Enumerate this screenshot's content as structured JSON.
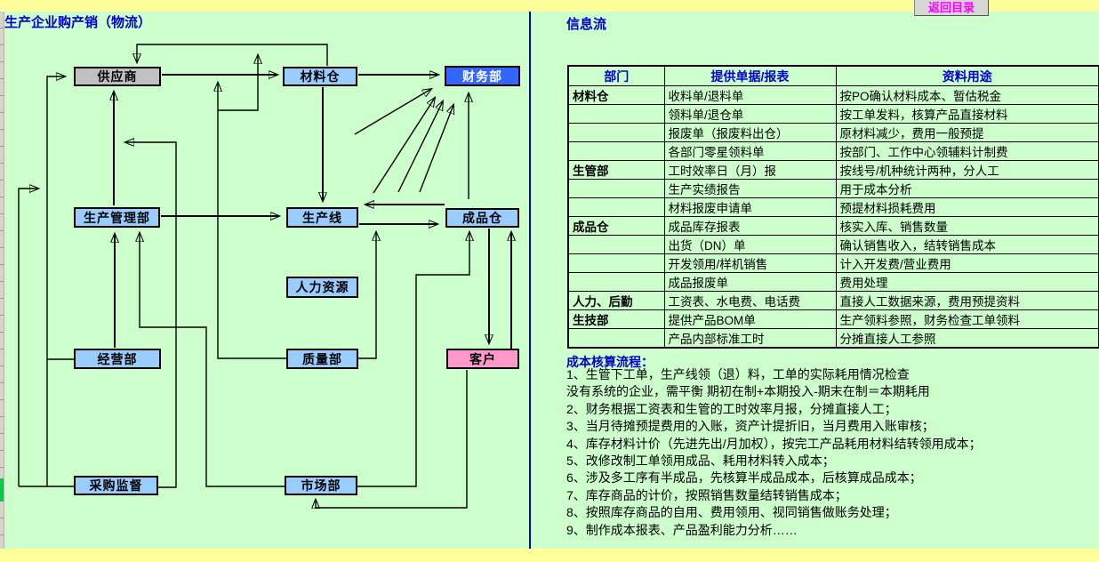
{
  "window": {
    "back_button_label": "返回目录",
    "top_bar_color": "#ffff99",
    "bg_color": "#ccffcc",
    "divider_color": "#0000cc"
  },
  "flow": {
    "title": "生产企业购产销（物流）",
    "nodes": [
      {
        "id": "supplier",
        "label": "供应商",
        "fill": "#c0c0c0"
      },
      {
        "id": "material-warehouse",
        "label": "材料仓",
        "fill": "#99ccff"
      },
      {
        "id": "finance-dept",
        "label": "财务部",
        "fill": "#3366ff"
      },
      {
        "id": "production-mgmt-dept",
        "label": "生产管理部",
        "fill": "#99ccff"
      },
      {
        "id": "production-line",
        "label": "生产线",
        "fill": "#99ccff"
      },
      {
        "id": "finished-goods-warehouse",
        "label": "成品仓",
        "fill": "#99ccff"
      },
      {
        "id": "human-resources",
        "label": "人力资源",
        "fill": "#99ccff"
      },
      {
        "id": "business-dept",
        "label": "经营部",
        "fill": "#99ccff"
      },
      {
        "id": "quality-dept",
        "label": "质量部",
        "fill": "#99ccff"
      },
      {
        "id": "customer",
        "label": "客户",
        "fill": "#ff99cc"
      },
      {
        "id": "purchasing-supervision",
        "label": "采购监督",
        "fill": "#99ccff"
      },
      {
        "id": "marketing-dept",
        "label": "市场部",
        "fill": "#99ccff"
      }
    ]
  },
  "info_flow": {
    "title": "信息流",
    "table": {
      "headers": [
        "部门",
        "提供单据/报表",
        "资料用途"
      ],
      "rows": [
        [
          "材料仓",
          "收料单/退料单",
          "按PO确认材料成本、暂估税金"
        ],
        [
          "",
          "领料单/退仓单",
          "按工单发料，核算产品直接材料"
        ],
        [
          "",
          "报废单（报废料出仓）",
          "原材料减少，费用一般预提"
        ],
        [
          "",
          "各部门零星领料单",
          "按部门、工作中心领辅料计制费"
        ],
        [
          "生管部",
          "工时效率日（月）报",
          "按线号/机种统计两种，分人工"
        ],
        [
          "",
          "生产实绩报告",
          "用于成本分析"
        ],
        [
          "",
          "材料报废申请单",
          "预提材料损耗费用"
        ],
        [
          "成品仓",
          "成品库存报表",
          "核实入库、销售数量"
        ],
        [
          "",
          "出货（DN）单",
          "确认销售收入，结转销售成本"
        ],
        [
          "",
          "开发领用/样机销售",
          "计入开发费/营业费用"
        ],
        [
          "",
          "成品报废单",
          "费用处理"
        ],
        [
          "人力、后勤",
          "工资表、水电费、电话费",
          "直接人工数据来源，费用预提资料"
        ],
        [
          "生技部",
          "提供产品BOM单",
          "生产领料参照，财务检查工单领料"
        ],
        [
          "",
          "产品内部标准工时",
          "分摊直接人工参照"
        ]
      ]
    }
  },
  "cost_process": {
    "title": "成本核算流程：",
    "lines": [
      "1、生管下工单，生产线领（退）料，工单的实际耗用情况检查",
      "没有系统的企业，需平衡 期初在制+本期投入-期末在制＝本期耗用",
      "2、财务根据工资表和生管的工时效率月报，分摊直接人工；",
      "3、当月待摊预提费用的入账，资产计提折旧，当月费用入账审核；",
      "4、库存材料计价（先进先出/月加权），按完工产品耗用材料结转领用成本；",
      "5、改修改制工单领用成品、耗用材料转入成本；",
      "6、涉及多工序有半成品，先核算半成品成本，后核算成品成本；",
      "7、库存商品的计价，按照销售数量结转销售成本；",
      "8、按照库存商品的自用、费用领用、视同销售做账务处理；",
      "9、制作成本报表、产品盈利能力分析……"
    ]
  }
}
